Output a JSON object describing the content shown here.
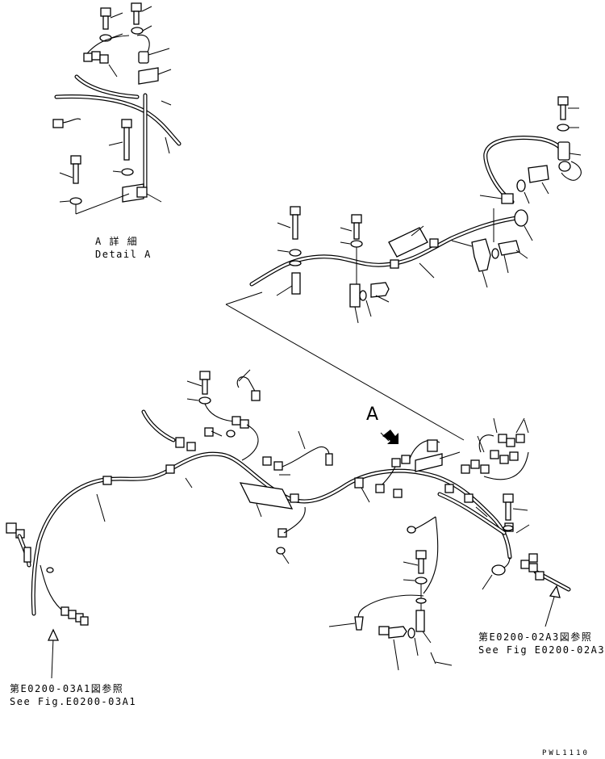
{
  "detail": {
    "title_jp": "A 詳 細",
    "title_en": "Detail A"
  },
  "view_marker": "A",
  "references": {
    "left_jp": "第E0200-03A1図参照",
    "left_en": "See Fig.E0200-03A1",
    "right_jp": "第E0200-02A3図参照",
    "right_en": "See Fig E0200-02A3"
  },
  "drawing_code": "PWL1110"
}
